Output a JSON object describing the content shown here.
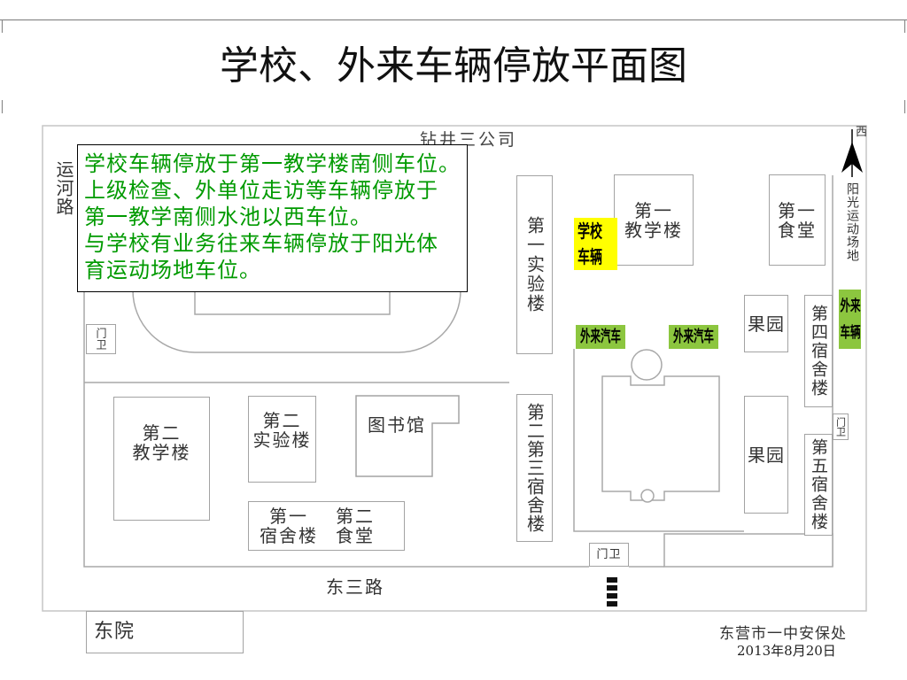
{
  "title": "学校、外来车辆停放平面图",
  "map": {
    "surroundings": {
      "north": "钻井三公司",
      "west_road": "运河路",
      "east_field": "阳光运动场地",
      "south_road": "东三路",
      "compass_label": "西"
    },
    "note": {
      "lines": [
        "学校车辆停放于第一教学楼南侧车位。",
        "上级检查、外单位走访等车辆停放于",
        "第一教学南侧水池以西车位。",
        "与学校有业务往来车辆停放于阳光体",
        "育运动场地车位。"
      ],
      "text_color": "#009a00"
    },
    "buildings": {
      "first_lab": "第一实验楼",
      "second_third_dorm": "第二第三宿舍楼",
      "first_teaching": [
        "第一",
        "教学楼"
      ],
      "first_canteen": [
        "第一",
        "食堂"
      ],
      "orchard_north": "果园",
      "orchard_south": "果园",
      "fourth_dorm": "第四宿舍楼",
      "fifth_dorm": "第五宿舍楼",
      "second_teaching": [
        "第二",
        "教学楼"
      ],
      "second_lab": [
        "第二",
        "实验楼"
      ],
      "library": "图书馆",
      "first_dorm": [
        "第一",
        "宿舍楼"
      ],
      "second_canteen": [
        "第二",
        "食堂"
      ]
    },
    "gates": {
      "west": "门卫",
      "east": "门卫",
      "south": "门卫"
    },
    "parking": {
      "school": {
        "lines": [
          "学校",
          "车辆"
        ],
        "color": "#ffff00"
      },
      "visitor_1": {
        "label": "外来汽车",
        "color": "#8cc63f"
      },
      "visitor_2": {
        "label": "外来汽车",
        "color": "#8cc63f"
      },
      "business": {
        "lines": [
          "外来",
          "车辆"
        ],
        "color": "#8cc63f"
      }
    }
  },
  "east_courtyard": "东院",
  "footer": {
    "organization": "东营市一中安保处",
    "date": "2013年8月20日"
  }
}
